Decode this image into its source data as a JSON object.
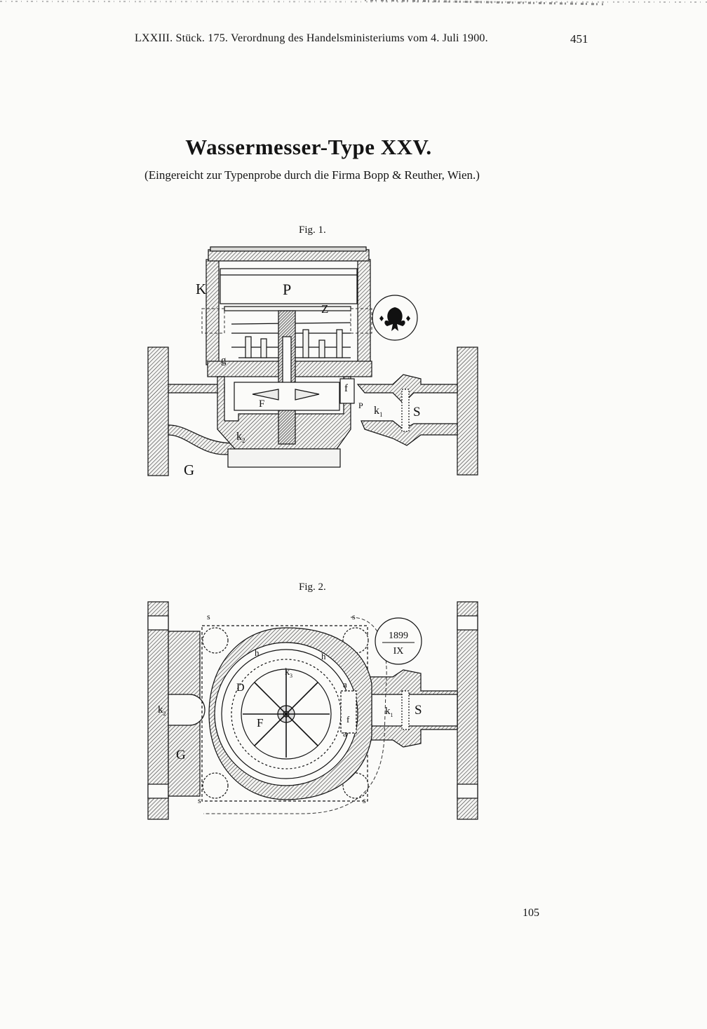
{
  "header": {
    "running_head": "LXXIII. Stück. 175. Verordnung des Handelsministeriums vom 4. Juli 1900.",
    "page_number": "451"
  },
  "title": "Wassermesser-Type XXV.",
  "subtitle": "(Eingereicht zur Typenprobe durch die Firma Bopp & Reuther, Wien.)",
  "figure_1": {
    "caption": "Fig. 1.",
    "labels": {
      "K": "K",
      "P": "P",
      "Z": "Z",
      "g": "g",
      "f": "f",
      "F": "F",
      "p": "P",
      "k1": "k",
      "k1_sub": "1",
      "k2": "k",
      "k2_sub": "2",
      "S": "S",
      "G": "G"
    }
  },
  "figure_2": {
    "caption": "Fig. 2.",
    "stamp_year": "1899",
    "stamp_numeral": "IX",
    "labels": {
      "s": "s",
      "h": "h",
      "k3": "k",
      "k3_sub": "3",
      "D": "D",
      "F": "F",
      "a": "a",
      "f": "f",
      "k2": "k",
      "k2_sub": "2",
      "k1": "k",
      "k1_sub": "1",
      "S": "S",
      "G": "G"
    }
  },
  "footer": {
    "sheet_number": "105"
  }
}
